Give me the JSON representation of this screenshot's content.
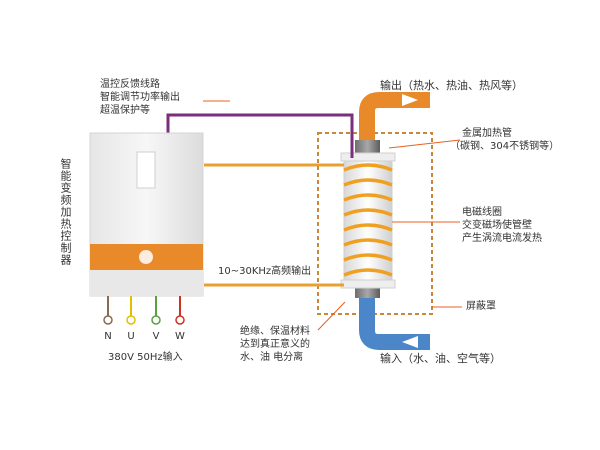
{
  "controller": {
    "title": "智能变频加热控制器",
    "feedback_lines": [
      "温控反馈线路",
      "智能调节功率输出",
      "超温保护等"
    ]
  },
  "terminals": [
    "N",
    "U",
    "V",
    "W"
  ],
  "power_input": "380V 50Hz输入",
  "hf_output": "10~30KHz高频输出",
  "outlet": "输出（热水、热油、热风等）",
  "inlet": "输入（水、油、空气等）",
  "metal_pipe": [
    "金属加热管",
    "（碳钢、304不锈钢等）"
  ],
  "coil": [
    "电磁线圈",
    "交变磁场使管壁",
    "产生涡流电流发热"
  ],
  "shield": "屏蔽罩",
  "insulation": [
    "绝缘、保温材料",
    "达到真正意义的",
    "水、油  电分离"
  ],
  "colors": {
    "orange": "#E8892A",
    "coil_orange": "#F0A020",
    "purple": "#7B2E7E",
    "blue": "#4A86C8",
    "dashed_box": "#C8873A",
    "controller_body": "#F2F2F2"
  }
}
